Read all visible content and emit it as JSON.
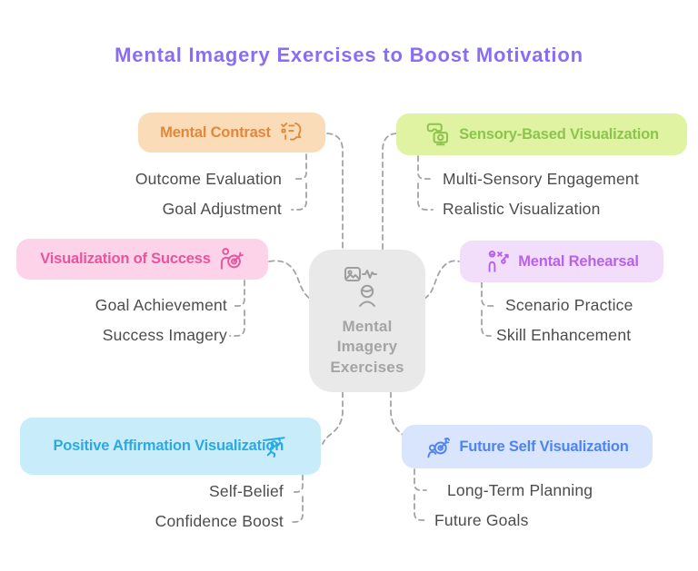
{
  "title": "Mental Imagery Exercises to Boost Motivation",
  "colors": {
    "title": "#8a6df4",
    "connector": "#a3a3a3",
    "subtext": "#4c4c4c",
    "center_bg": "#e9e9e9",
    "center_text": "#a4a4a4"
  },
  "center": {
    "label": "Mental Imagery Exercises",
    "icon": "image-pulse-person-icon"
  },
  "branches": [
    {
      "label": "Mental Contrast",
      "icon": "head-checklist-icon",
      "bg": "#fbdcb8",
      "color": "#e0883d",
      "children": [
        "Outcome Evaluation",
        "Goal Adjustment"
      ]
    },
    {
      "label": "Sensory-Based Visualization",
      "icon": "vr-headset-monitor-icon",
      "bg": "#dff3a3",
      "color": "#8cc44d",
      "children": [
        "Multi-Sensory Engagement",
        "Realistic Visualization"
      ]
    },
    {
      "label": "Visualization of Success",
      "icon": "person-target-icon",
      "bg": "#fcd3e8",
      "color": "#e9549f",
      "children": [
        "Goal Achievement",
        "Success Imagery"
      ]
    },
    {
      "label": "Mental Rehearsal",
      "icon": "person-strategy-icon",
      "bg": "#f2defa",
      "color": "#b762ea",
      "children": [
        "Scenario Practice",
        "Skill Enhancement"
      ]
    },
    {
      "label": "Positive Affirmation Visualization",
      "icon": "person-swinging-icon",
      "bg": "#c8ecfa",
      "color": "#2ba9e1",
      "children": [
        "Self-Belief",
        "Confidence Boost"
      ]
    },
    {
      "label": "Future Self Visualization",
      "icon": "person-dart-target-icon",
      "bg": "#d9e5fc",
      "color": "#4f83f0",
      "children": [
        "Long-Term Planning",
        "Future Goals"
      ]
    }
  ]
}
